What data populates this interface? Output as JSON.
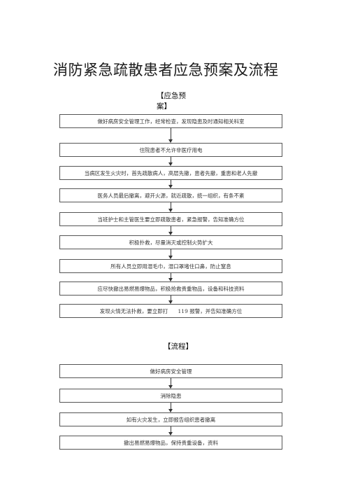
{
  "title": "消防紧急疏散患者应急预案及流程",
  "plan": {
    "label": "【应急预案】",
    "steps": [
      "做好病房安全管理工作，经常检查，发现隐患及时通知相关科室",
      "住院患者不允许非医疗用电",
      "当病区发生火灾时，首先疏散病人，高层先撤，患者先撤，重患和老人先撤",
      "医务人员最后撤离，避开火源，就近疏散，统一组织，有条不紊",
      "当班护士和主管医生要立即疏散患者，紧急报警，告知准确方位",
      "积极扑救，尽量消灭或控制火势扩大",
      "所有人员立即用湿毛巾，湿口罩堵住口鼻，防止窒息",
      "应尽快撤出易燃易爆物品，积极抢救贵重物品，设备和科技资料",
      "发现火情无法扑救，要立即打      119 报警，并告知准确方位"
    ]
  },
  "flow": {
    "label": "【流程】",
    "steps": [
      "做好病房安全管理",
      "消除隐患",
      "如有火灾发生，立即报告组织患者撤离",
      "撤出易燃易爆物品，保持贵重设备，资料"
    ]
  }
}
